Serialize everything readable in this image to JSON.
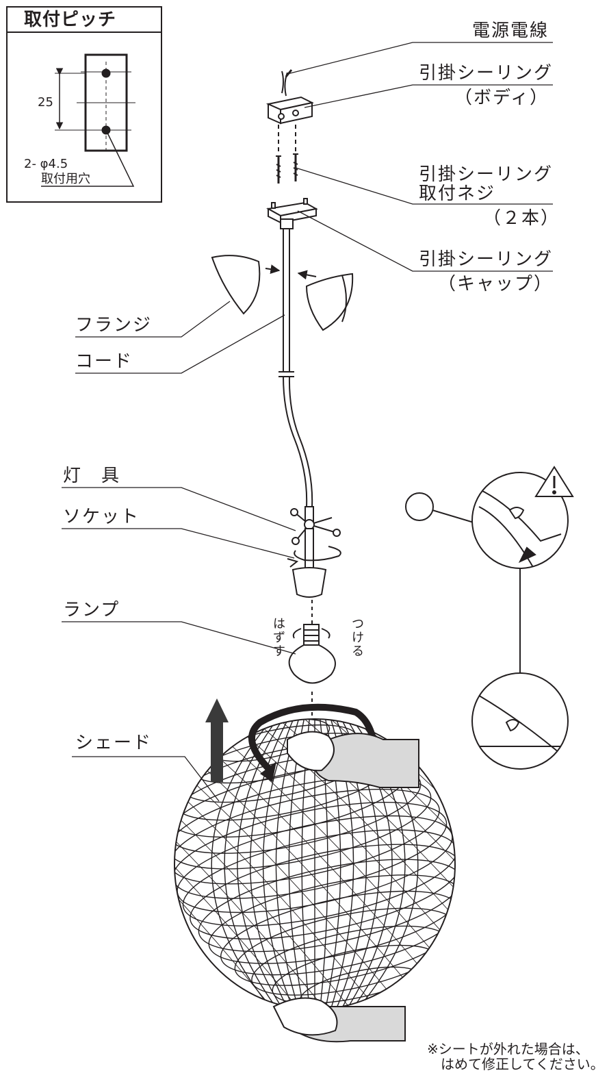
{
  "pitch": {
    "title": "取付ピッチ",
    "dimension": "25",
    "holes_line1": "2- φ4.5",
    "holes_line2": "取付用穴"
  },
  "labels": {
    "power_wire": "電源電線",
    "ceiling_body_1": "引掛シーリング",
    "ceiling_body_2": "（ボディ）",
    "ceiling_screw_1": "引掛シーリング",
    "ceiling_screw_2": "取付ネジ",
    "ceiling_screw_3": "（２本）",
    "ceiling_cap_1": "引掛シーリング",
    "ceiling_cap_2": "（キャップ）",
    "flange": "フランジ",
    "cord": "コード",
    "fixture": "灯　具",
    "socket": "ソケット",
    "lamp": "ランプ",
    "shade": "シェード",
    "remove": "はずす",
    "attach": "つける"
  },
  "note": {
    "line1": "※シートが外れた場合は、",
    "line2": "はめて修正してください。"
  },
  "colors": {
    "ink": "#231f20",
    "arrow_fill": "#3a3a3a",
    "hand_fill": "#d9d9d9"
  },
  "icons": [
    "warning-triangle-icon"
  ]
}
